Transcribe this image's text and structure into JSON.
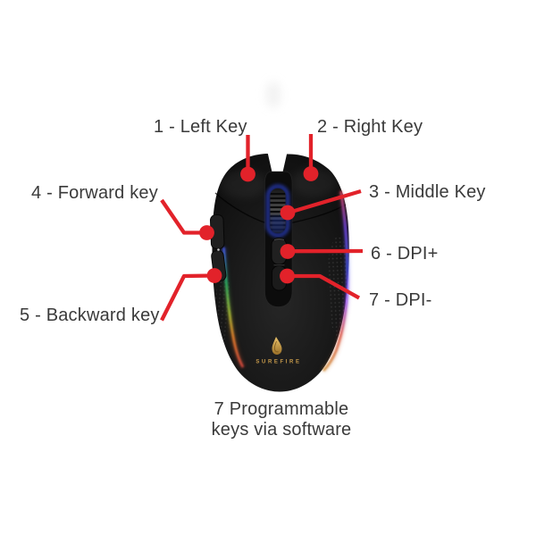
{
  "diagram": {
    "labels": {
      "left_key": "1 - Left Key",
      "right_key": "2 - Right Key",
      "middle_key": "3 - Middle Key",
      "forward_key": "4 - Forward key",
      "backward_key": "5 - Backward key",
      "dpi_plus": "6 - DPI+",
      "dpi_minus": "7 - DPI-"
    },
    "caption": {
      "line1": "7 Programmable",
      "line2": "keys via software"
    },
    "brand": "SUREFIRE",
    "colors": {
      "callout_red": "#e2222a",
      "label_text": "#3a3a3a",
      "mouse_body": "#1f1f1f",
      "logo_gold": "#c79a4b",
      "background": "#ffffff"
    }
  }
}
